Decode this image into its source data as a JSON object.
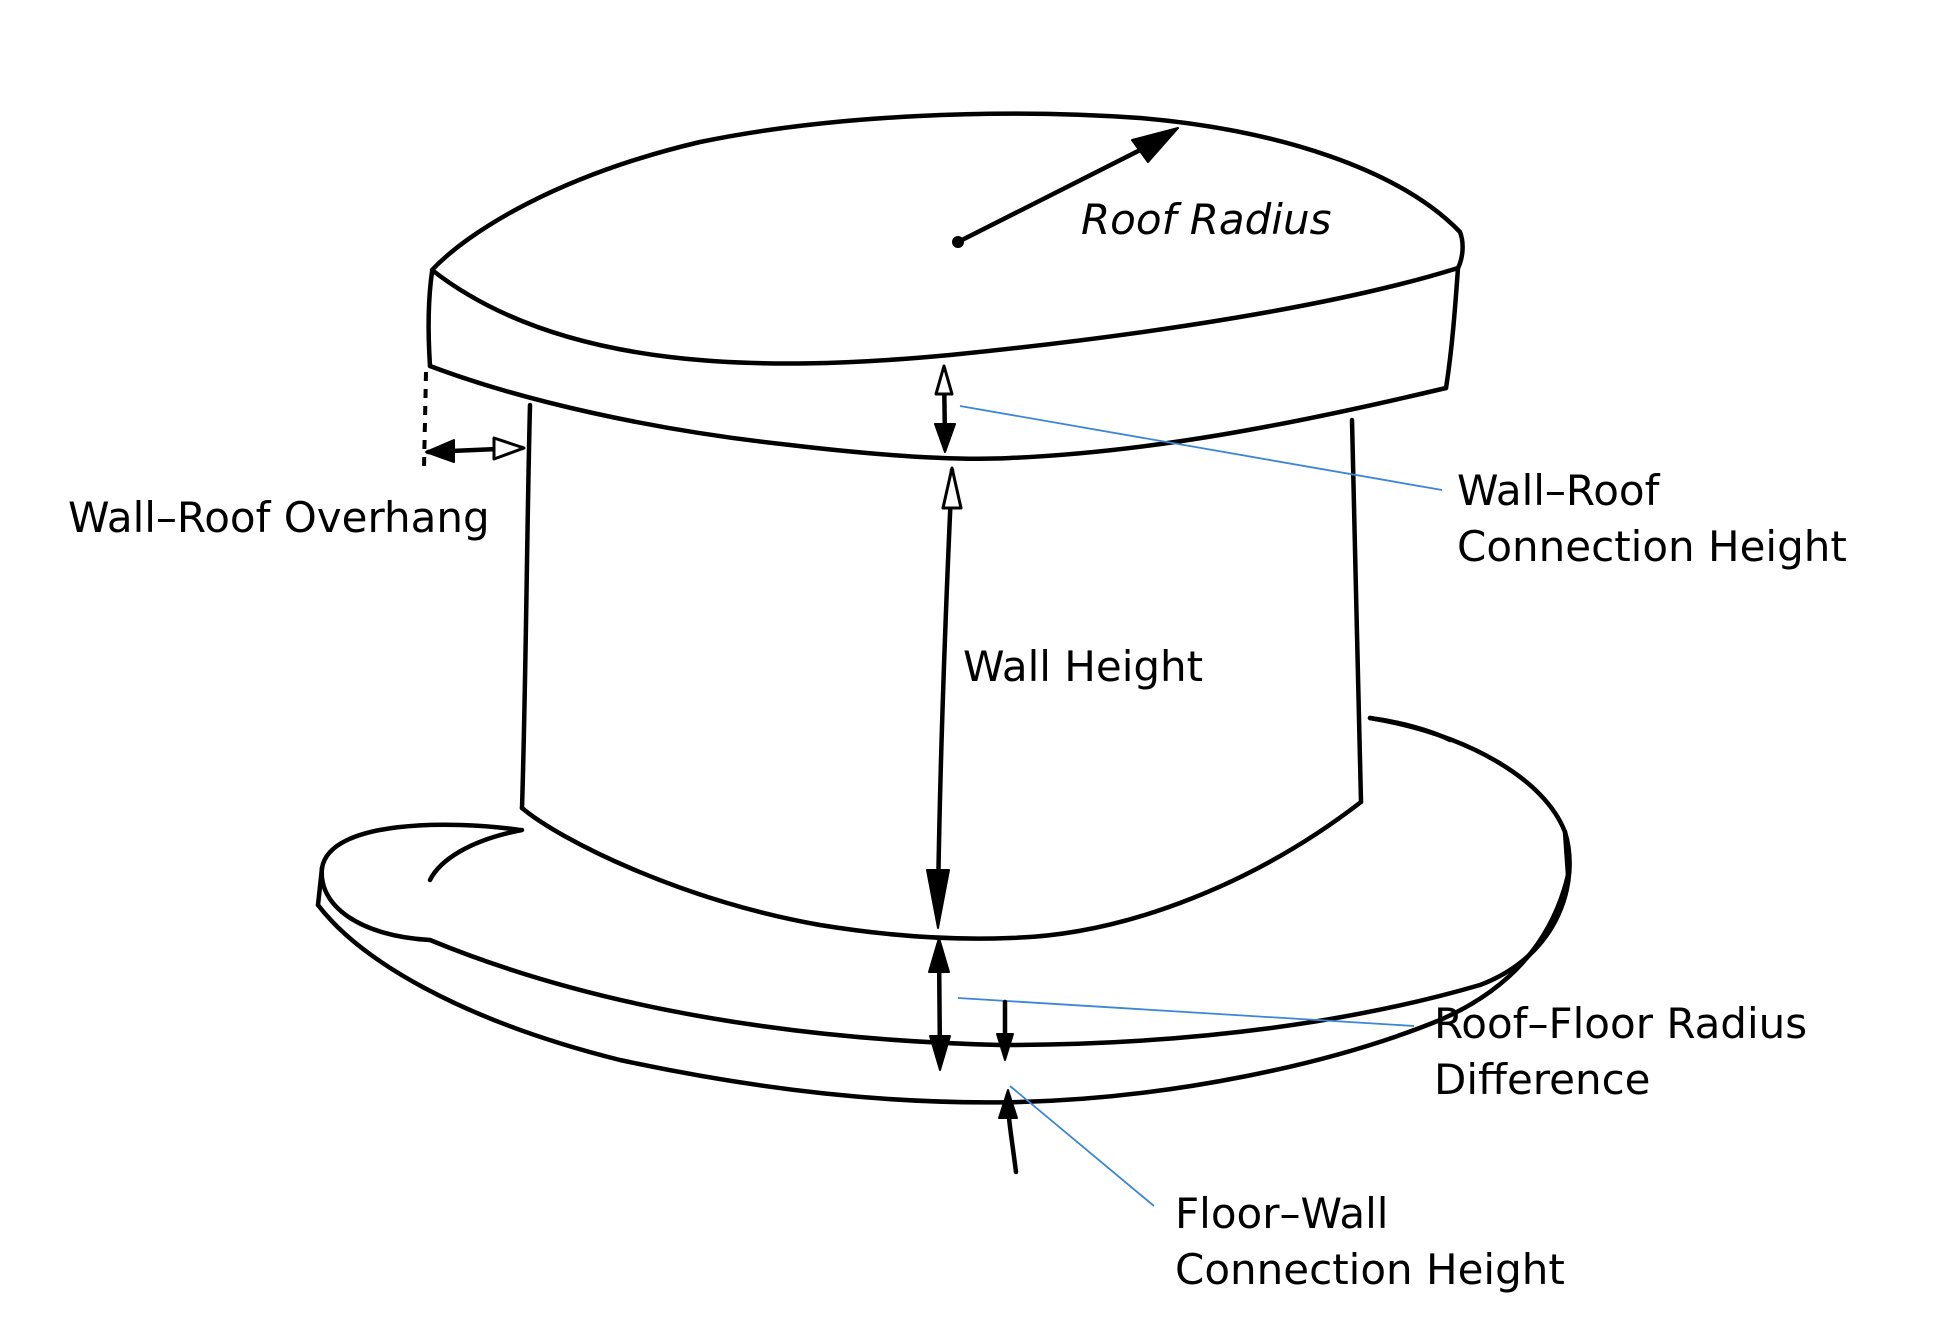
{
  "labels": {
    "roof_radius": "Roof Radius",
    "wall_roof_overhang": "Wall–Roof Overhang",
    "wall_roof_connection_height": [
      "Wall–Roof",
      "Connection Height"
    ],
    "wall_height": "Wall Height",
    "roof_floor_radius_difference": [
      "Roof–Floor Radius",
      "Difference"
    ],
    "floor_wall_connection_height": [
      "Floor–Wall",
      "Connection Height"
    ]
  },
  "colors": {
    "sketch": "#000000",
    "leader_lines": "#3b86d6",
    "background": "#ffffff"
  }
}
